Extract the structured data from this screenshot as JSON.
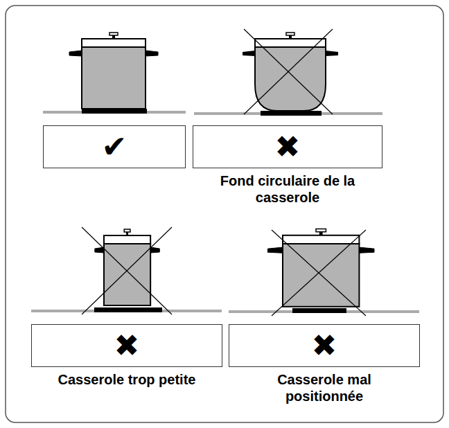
{
  "diagram": {
    "nodes": [
      {
        "text": [
          "✔"
        ]
      },
      {
        "text": [
          "✖",
          "Fond circulaire de la casserole"
        ]
      },
      {
        "text": [
          "✖",
          "Casserole trop petite"
        ]
      },
      {
        "text": [
          "✖",
          "Casserole mal positionnée"
        ]
      }
    ]
  }
}
